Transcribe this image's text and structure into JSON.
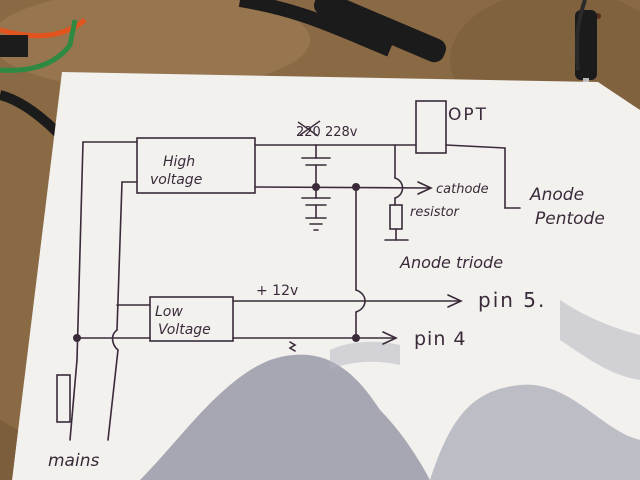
{
  "colors": {
    "bench": "#8a6a45",
    "paper": "#f2f1ee",
    "ink": "#3a2a3a",
    "shadow": "#9a9aa8",
    "probe": "#1b1b1b",
    "wire_red": "#e2541e",
    "wire_green": "#2e8a43"
  },
  "diagram": {
    "blocks": {
      "high_voltage_line1": "High",
      "high_voltage_line2": "voltage",
      "low_voltage_line1": "Low",
      "low_voltage_line2": "Voltage",
      "opt": "OPT"
    },
    "labels": {
      "supply": "220 228v",
      "cathode": "cathode",
      "resistor": "resistor",
      "anode_pentode_line1": "Anode",
      "anode_pentode_line2": "Pentode",
      "anode_triode": "Anode triode",
      "plus_12v": "+ 12v",
      "pin5": "pin 5.",
      "pin4": "pin 4",
      "mains": "mains"
    }
  }
}
